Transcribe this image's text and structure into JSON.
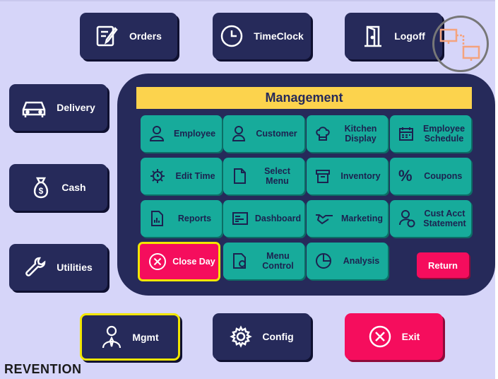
{
  "top": {
    "orders": "Orders",
    "timeclock": "TimeClock",
    "logoff": "Logoff"
  },
  "left": {
    "delivery": "Delivery",
    "cash": "Cash",
    "utilities": "Utilities"
  },
  "bottom": {
    "mgmt": "Mgmt",
    "config": "Config",
    "exit": "Exit"
  },
  "management": {
    "title": "Management",
    "tiles": [
      {
        "label": "Employee",
        "icon": "person-icon"
      },
      {
        "label": "Customer",
        "icon": "customer-icon"
      },
      {
        "label": "Kitchen Display",
        "icon": "chef-hat-icon"
      },
      {
        "label": "Employee Schedule",
        "icon": "calendar-icon"
      },
      {
        "label": "Edit Time",
        "icon": "gear-clock-icon"
      },
      {
        "label": "Select Menu",
        "icon": "document-icon"
      },
      {
        "label": "Inventory",
        "icon": "box-icon"
      },
      {
        "label": "Coupons",
        "icon": "percent-icon"
      },
      {
        "label": "Reports",
        "icon": "report-icon"
      },
      {
        "label": "Dashboard",
        "icon": "dashboard-icon"
      },
      {
        "label": "Marketing",
        "icon": "handshake-icon"
      },
      {
        "label": "Cust Acct Statement",
        "icon": "account-icon"
      },
      {
        "label": "Close Day",
        "icon": "close-circle-icon"
      },
      {
        "label": "Menu Control",
        "icon": "menu-control-icon"
      },
      {
        "label": "Analysis",
        "icon": "pie-chart-icon"
      }
    ],
    "return": "Return"
  },
  "brand": "REVENTION",
  "colors": {
    "background": "#d6d5f9",
    "navy": "#262a5a",
    "teal": "#17ab9b",
    "red": "#f50d5d",
    "yellow": "#fcd34d",
    "highlight": "#f2e600"
  }
}
